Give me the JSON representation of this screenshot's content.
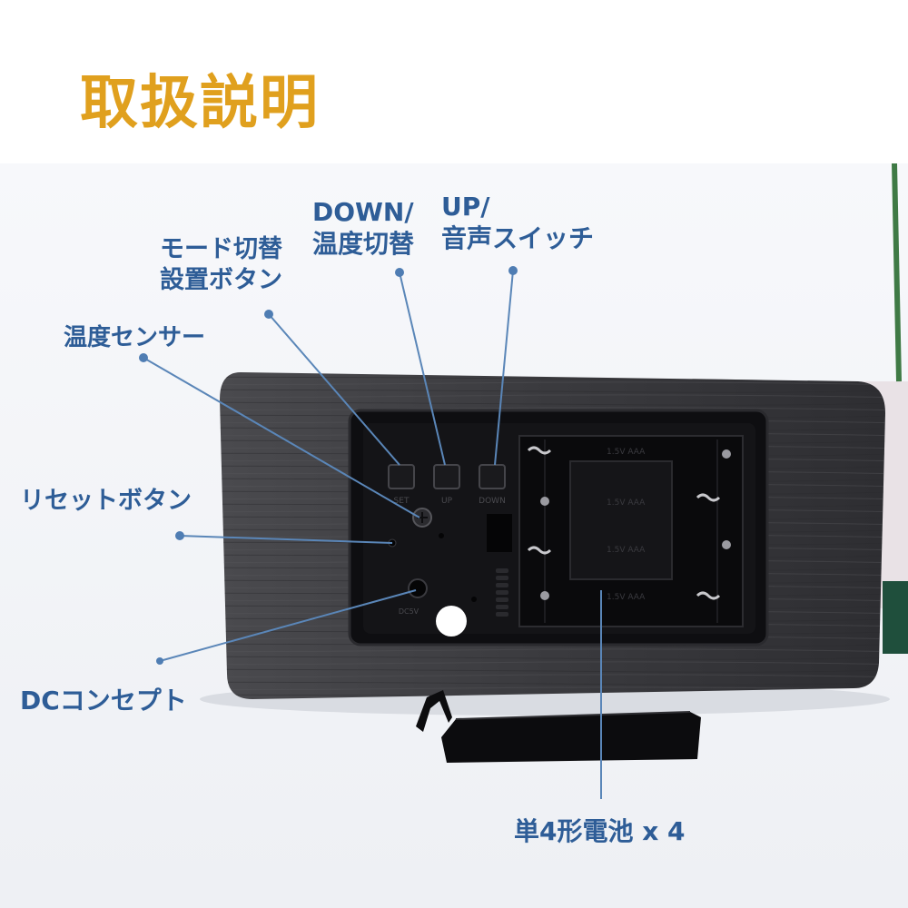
{
  "title": "取扱説明",
  "labels": {
    "down_line1": "DOWN/",
    "down_line2": "温度切替",
    "up_line1": "UP/",
    "up_line2": "音声スイッチ",
    "mode_line1": "モード切替",
    "mode_line2": "設置ボタン",
    "temp_sensor": "温度センサー",
    "reset_button": "リセットボタン",
    "dc_concept": "DCコンセプト",
    "battery": "単4形電池 x 4"
  },
  "device_markings": {
    "btn1": "SET",
    "btn2": "UP",
    "btn3": "DOWN",
    "dc": "DC5V"
  },
  "colors": {
    "title": "#e0a01e",
    "label": "#2e5d97",
    "leader_line": "#5a86b8",
    "wood": "#3b3b3f",
    "panel": "#111114"
  }
}
